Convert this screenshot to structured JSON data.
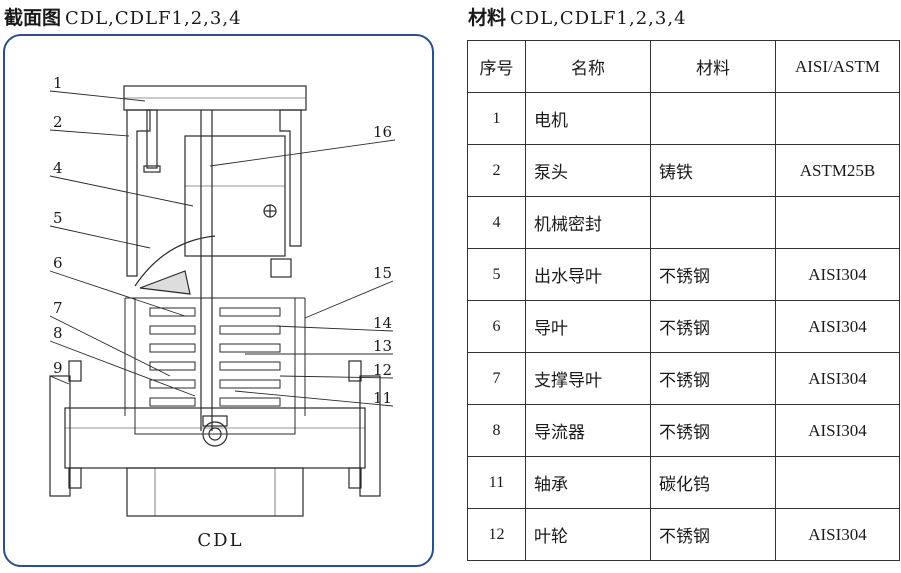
{
  "left_title": {
    "bold": "截面图",
    "models": "CDL,CDLF1,2,3,4"
  },
  "right_title": {
    "bold": "材料",
    "models": "CDL,CDLF1,2,3,4"
  },
  "drawing": {
    "caption": "CDL",
    "callouts": [
      "1",
      "2",
      "4",
      "5",
      "6",
      "7",
      "8",
      "9",
      "16",
      "15",
      "14",
      "13",
      "12",
      "11"
    ]
  },
  "table": {
    "headers": [
      "序号",
      "名称",
      "材料",
      "AISI/ASTM"
    ],
    "rows": [
      [
        "1",
        "电机",
        "",
        ""
      ],
      [
        "2",
        "泵头",
        "铸铁",
        "ASTM25B"
      ],
      [
        "4",
        "机械密封",
        "",
        ""
      ],
      [
        "5",
        "出水导叶",
        "不锈钢",
        "AISI304"
      ],
      [
        "6",
        "导叶",
        "不锈钢",
        "AISI304"
      ],
      [
        "7",
        "支撑导叶",
        "不锈钢",
        "AISI304"
      ],
      [
        "8",
        "导流器",
        "不锈钢",
        "AISI304"
      ],
      [
        "11",
        "轴承",
        "碳化钨",
        ""
      ],
      [
        "12",
        "叶轮",
        "不锈钢",
        "AISI304"
      ]
    ]
  }
}
